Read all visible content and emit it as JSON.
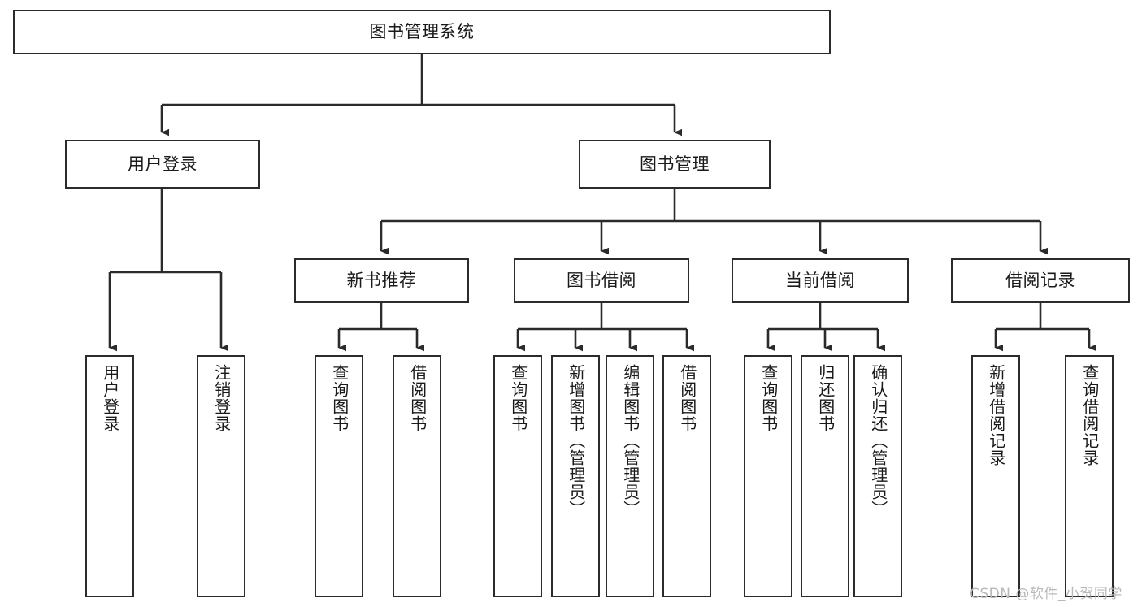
{
  "diagram": {
    "title": "图书管理系统",
    "type": "tree-structure-chart",
    "stroke_color": "#2b2b2b",
    "fill_color": "#ffffff",
    "text_color": "#1a1a1a",
    "background": "#ffffff"
  },
  "root": {
    "label": "图书管理系统"
  },
  "level1": [
    {
      "label": "用户登录"
    },
    {
      "label": "图书管理"
    }
  ],
  "level2": [
    {
      "label": "新书推荐"
    },
    {
      "label": "图书借阅"
    },
    {
      "label": "当前借阅"
    },
    {
      "label": "借阅记录"
    }
  ],
  "leaves": {
    "user_login": [
      {
        "label": "用户登录"
      },
      {
        "label": "注销登录"
      }
    ],
    "new_book_recommend": [
      {
        "label": "查询图书"
      },
      {
        "label": "借阅图书"
      }
    ],
    "book_borrow": [
      {
        "label": "查询图书"
      },
      {
        "label": "新增图书（管理员）"
      },
      {
        "label": "编辑图书（管理员）"
      },
      {
        "label": "借阅图书"
      }
    ],
    "current_borrow": [
      {
        "label": "查询图书"
      },
      {
        "label": "归还图书"
      },
      {
        "label": "确认归还（管理员）"
      }
    ],
    "borrow_record": [
      {
        "label": "新增借阅记录"
      },
      {
        "label": "查询借阅记录"
      }
    ]
  },
  "watermark": {
    "text": "CSDN @软件_小贺同学"
  },
  "chart_data": {
    "type": "table",
    "title": "图书管理系统",
    "hierarchy": [
      {
        "label": "图书管理系统",
        "level": 0,
        "children": [
          {
            "label": "用户登录",
            "level": 1,
            "children": [
              {
                "label": "用户登录",
                "level": 2
              },
              {
                "label": "注销登录",
                "level": 2
              }
            ]
          },
          {
            "label": "图书管理",
            "level": 1,
            "children": [
              {
                "label": "新书推荐",
                "level": 2,
                "children": [
                  {
                    "label": "查询图书",
                    "level": 3
                  },
                  {
                    "label": "借阅图书",
                    "level": 3
                  }
                ]
              },
              {
                "label": "图书借阅",
                "level": 2,
                "children": [
                  {
                    "label": "查询图书",
                    "level": 3
                  },
                  {
                    "label": "新增图书（管理员）",
                    "level": 3
                  },
                  {
                    "label": "编辑图书（管理员）",
                    "level": 3
                  },
                  {
                    "label": "借阅图书",
                    "level": 3
                  }
                ]
              },
              {
                "label": "当前借阅",
                "level": 2,
                "children": [
                  {
                    "label": "查询图书",
                    "level": 3
                  },
                  {
                    "label": "归还图书",
                    "level": 3
                  },
                  {
                    "label": "确认归还（管理员）",
                    "level": 3
                  }
                ]
              },
              {
                "label": "借阅记录",
                "level": 2,
                "children": [
                  {
                    "label": "新增借阅记录",
                    "level": 3
                  },
                  {
                    "label": "查询借阅记录",
                    "level": 3
                  }
                ]
              }
            ]
          }
        ]
      }
    ]
  }
}
